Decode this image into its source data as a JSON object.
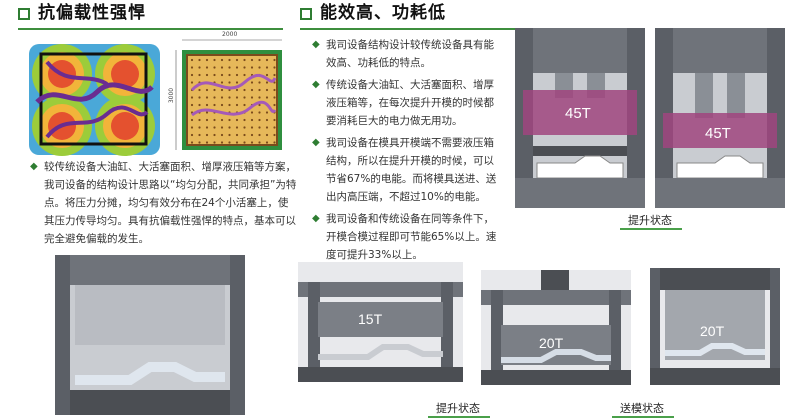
{
  "left_section": {
    "title": "抗偏载性强悍",
    "paragraph": "较传统设备大油缸、大活塞面积、增厚液压箱等方案，我司设备的结构设计思路以“均匀分配，共同承担”为特点。将压力分摊，均匀有效分布在24个小活塞上，使其压力传导均匀。具有抗偏载性强悍的特点，基本可以完全避免偏载的发生。",
    "dim_width": "2000",
    "dim_height": "3000"
  },
  "right_section": {
    "title": "能效高、功耗低",
    "bullets": [
      "我司设备结构设计较传统设备具有能效高、功耗低的特点。",
      "传统设备大油缸、大活塞面积、增厚液压箱等，在每次提升开模的时候都要消耗巨大的电力做无用功。",
      "我司设备在模具开模端不需要液压箱结构，所以在提升开模的时候，可以节省67%的电能。而将模具送进、送出内高压端，不超过10%的电能。",
      "我司设备和传统设备在同等条件下，开模合模过程即可节能65%以上。速度可提升33%以上。"
    ]
  },
  "figures": {
    "press_top_a_label": "45T",
    "press_top_b_label": "45T",
    "press_top_caption": "提升状态",
    "small_a_label": "15T",
    "small_b_label": "20T",
    "small_c_label": "20T",
    "small_caption_1": "提升状态",
    "small_caption_2": "送模状态"
  },
  "colors": {
    "accent_green": "#3e8e3e",
    "magenta_block": "#a0457f",
    "steel_gray": "#7b7f86",
    "dark_gray": "#4b4e53",
    "light_gray": "#c9ccd1"
  }
}
